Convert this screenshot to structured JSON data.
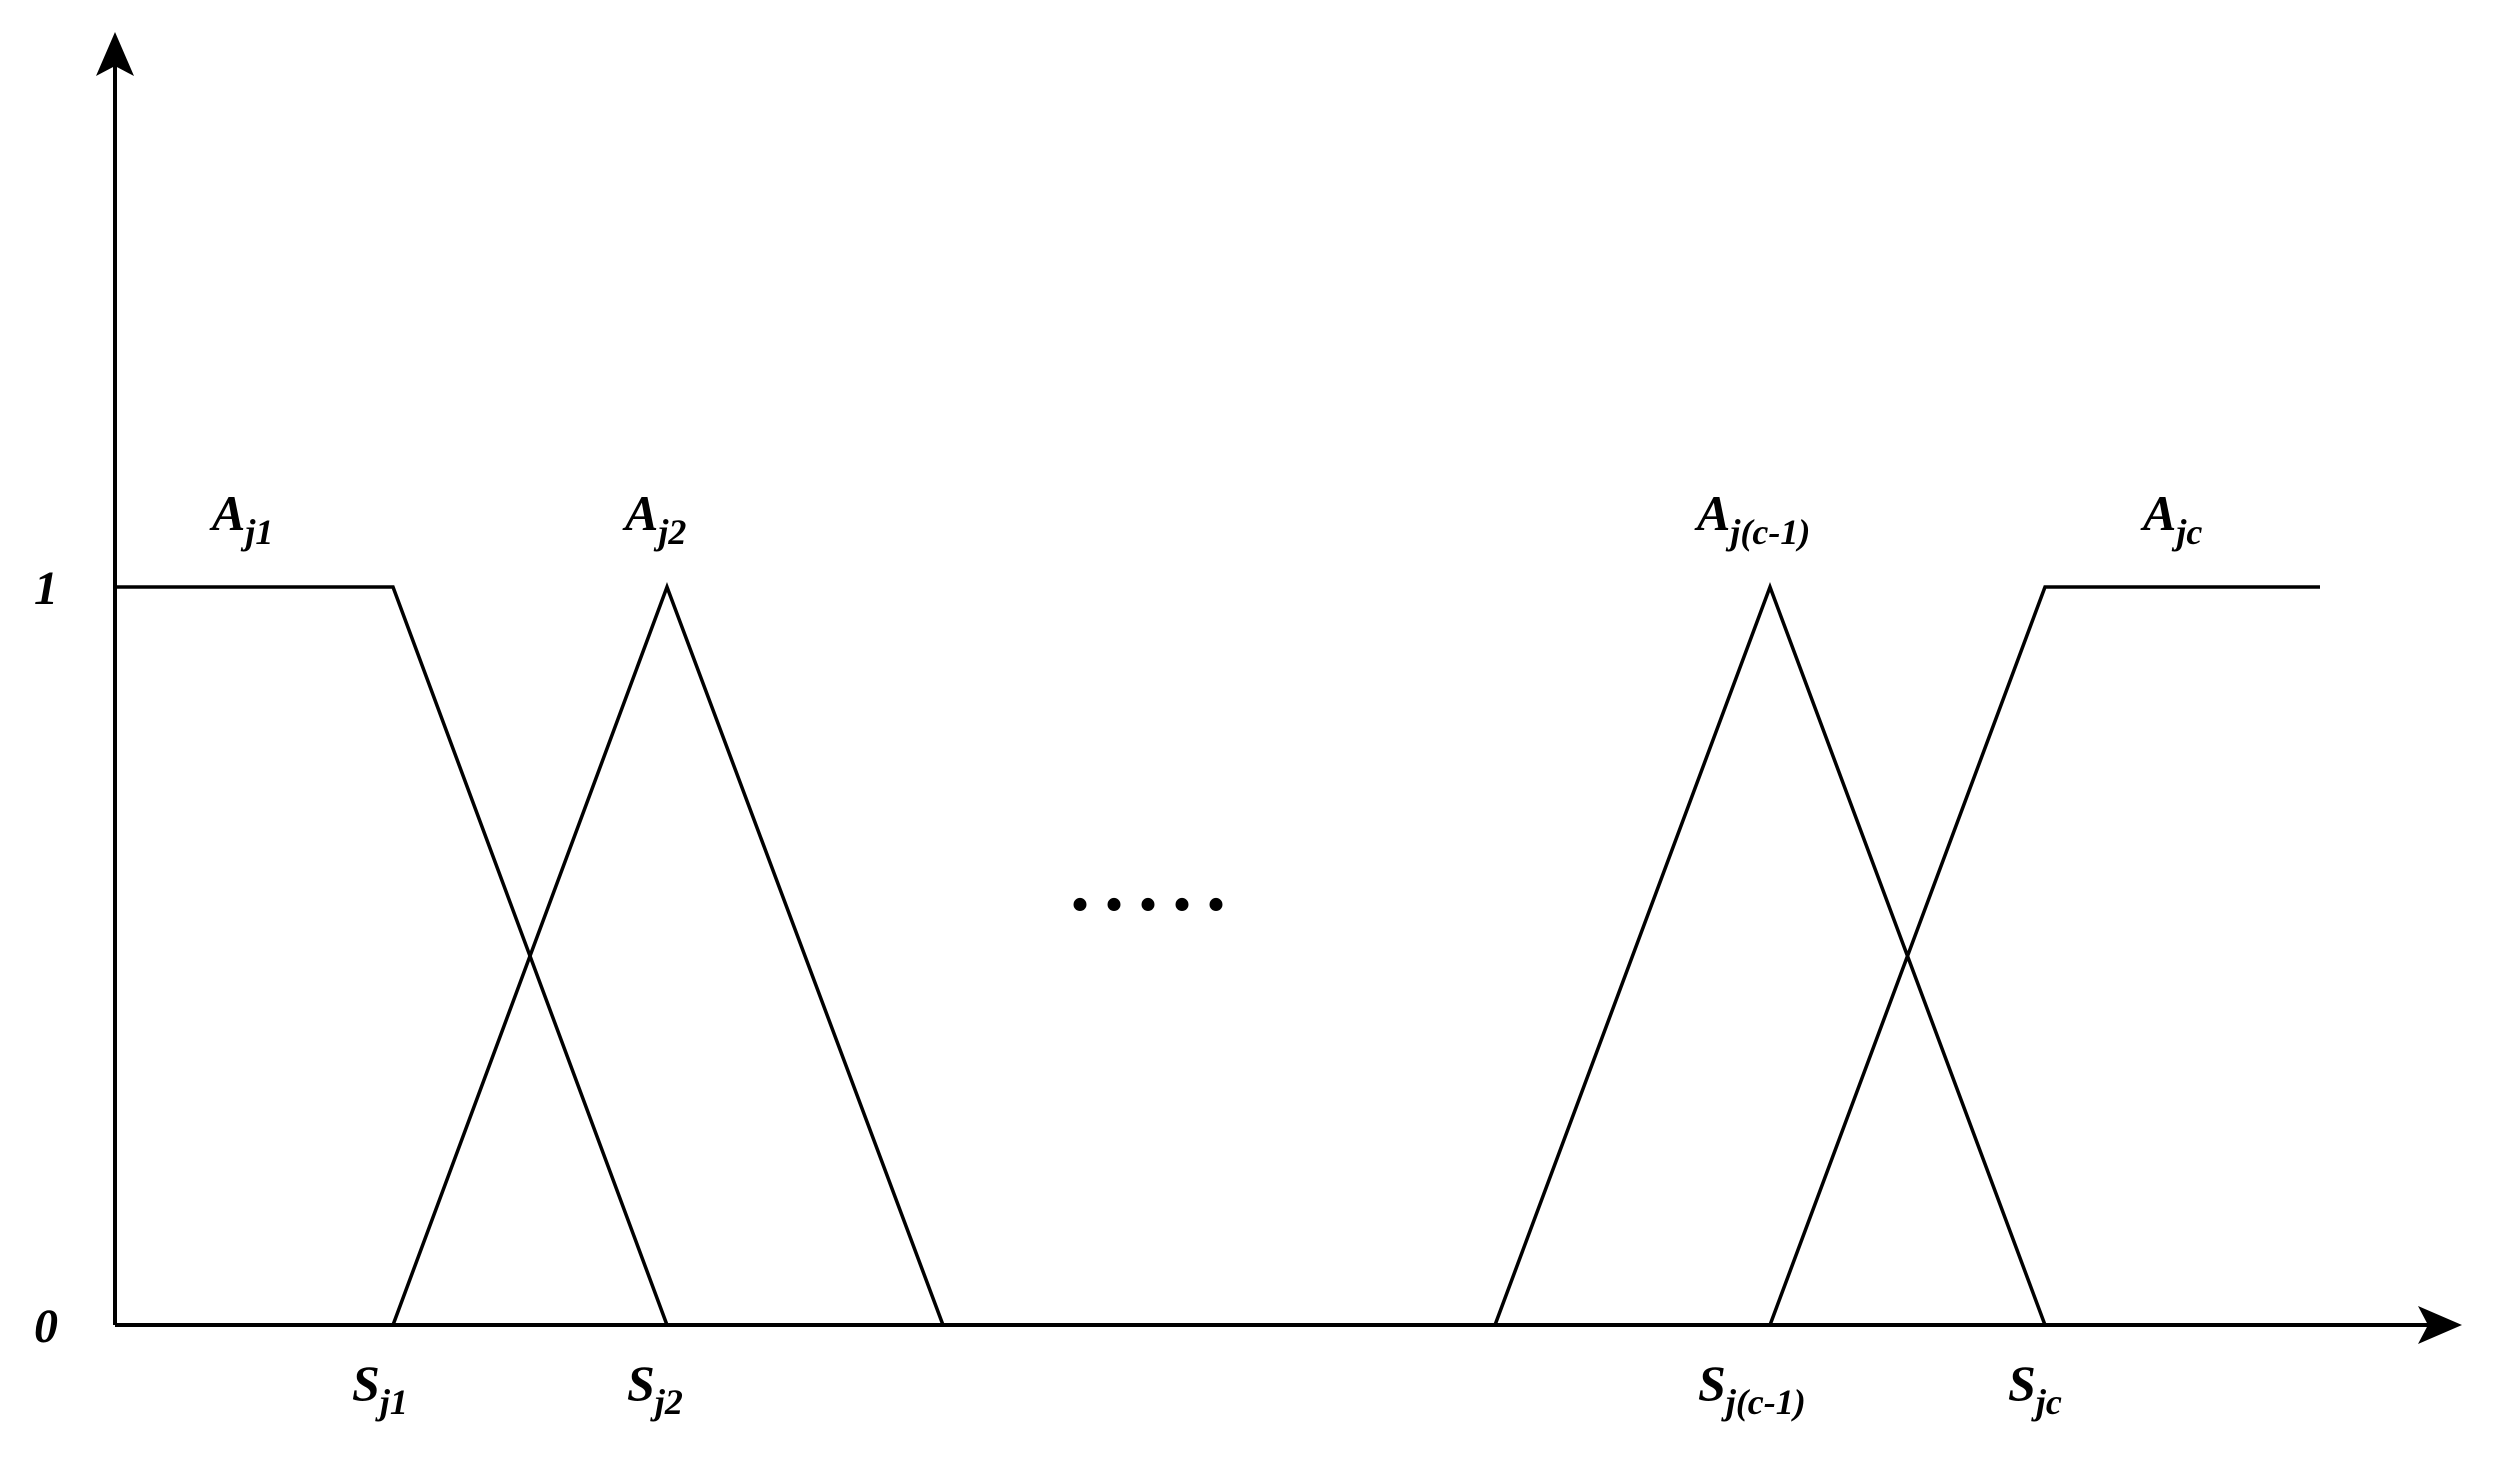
{
  "diagram": {
    "y_ticks": [
      "1",
      "0"
    ],
    "ellipsis": ".....",
    "sets": [
      {
        "id": "Aj1",
        "base": "A",
        "sub": "j1"
      },
      {
        "id": "Aj2",
        "base": "A",
        "sub": "j2"
      },
      {
        "id": "Ajc1",
        "base": "A",
        "sub": "j(c-1)"
      },
      {
        "id": "Ajc",
        "base": "A",
        "sub": "jc"
      }
    ],
    "points": [
      {
        "id": "Sj1",
        "base": "S",
        "sub": "j1"
      },
      {
        "id": "Sj2",
        "base": "S",
        "sub": "j2"
      },
      {
        "id": "Sjc1",
        "base": "S",
        "sub": "j(c-1)"
      },
      {
        "id": "Sjc",
        "base": "S",
        "sub": "jc"
      }
    ],
    "line_color": "#000000"
  }
}
